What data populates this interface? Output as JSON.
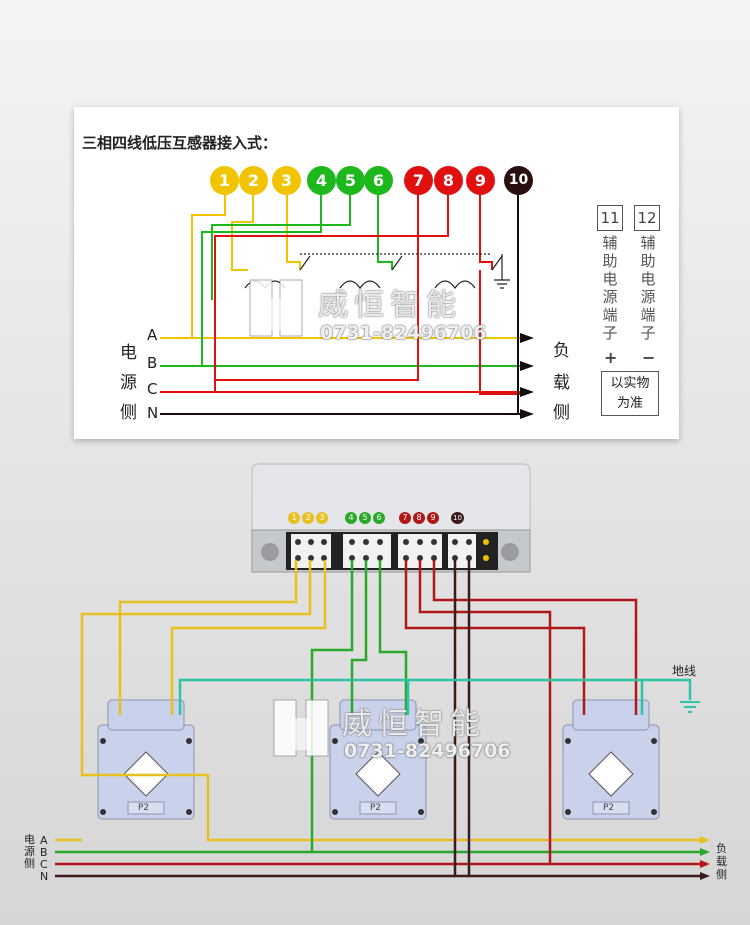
{
  "diagram": {
    "title": "三相四线低压互感器接入式：",
    "terminals": [
      {
        "num": "1",
        "color": "#f0c400"
      },
      {
        "num": "2",
        "color": "#f0c400"
      },
      {
        "num": "3",
        "color": "#f0c400"
      },
      {
        "num": "4",
        "color": "#1db81d"
      },
      {
        "num": "5",
        "color": "#1db81d"
      },
      {
        "num": "6",
        "color": "#1db81d"
      },
      {
        "num": "7",
        "color": "#e01010"
      },
      {
        "num": "8",
        "color": "#e01010"
      },
      {
        "num": "9",
        "color": "#e01010"
      },
      {
        "num": "10",
        "color": "#2a0f0f"
      }
    ],
    "aux_terminals": [
      "11",
      "12"
    ],
    "aux_text": "辅助电源端子",
    "aux_plus": "+",
    "aux_minus": "−",
    "source_side": [
      "电",
      "源",
      "侧"
    ],
    "load_side": [
      "负",
      "载",
      "侧"
    ],
    "phases": [
      "A",
      "B",
      "C",
      "N"
    ],
    "note_line1": "以实物",
    "note_line2": "为准"
  },
  "watermark": {
    "brand": "威恒智能",
    "phone": "0731-82496706"
  },
  "photo": {
    "meter_terminals": [
      "1",
      "2",
      "3",
      "4",
      "5",
      "6",
      "7",
      "8",
      "9",
      "10"
    ],
    "ct_label": "P2",
    "earth_label": "地线",
    "source_side": [
      "电",
      "源",
      "侧"
    ],
    "load_side": [
      "负",
      "载",
      "侧"
    ],
    "phases": [
      "A",
      "B",
      "C",
      "N"
    ]
  },
  "colors": {
    "phase_a": "#f0c400",
    "phase_b": "#1db81d",
    "phase_c": "#e01010",
    "neutral": "#2a0f0f",
    "earth": "#2ec4a8",
    "photo_a": "#e8c020",
    "photo_b": "#2aa82a",
    "photo_c": "#b01818",
    "photo_n": "#3a1a1a"
  }
}
